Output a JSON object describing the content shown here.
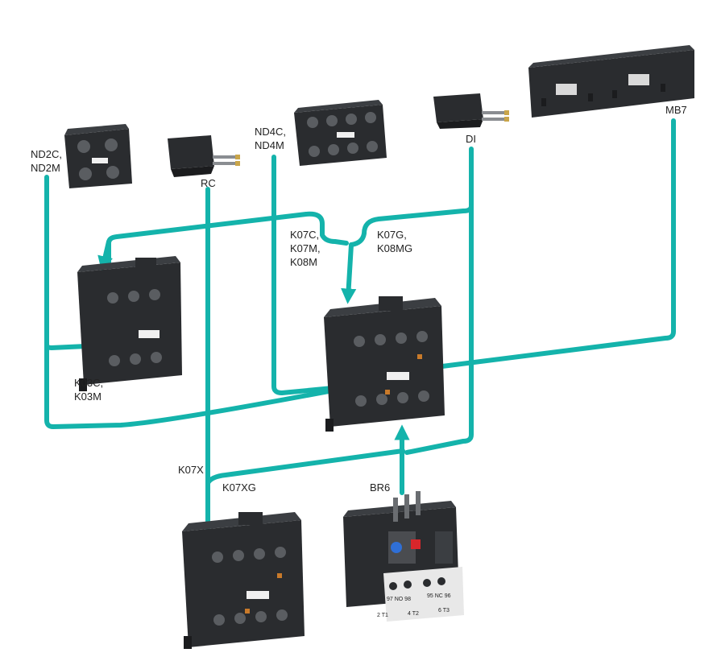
{
  "colors": {
    "connector": "#14b3ab",
    "device_body": "#2a2c2f",
    "device_shade": "#1b1c1e",
    "terminal": "#5a5d61",
    "marking": "#f0f0f0",
    "background": "#ffffff"
  },
  "labels": {
    "nd2c": "ND2C,\nND2M",
    "rc": "RC",
    "nd4c": "ND4C,\nND4M",
    "di": "DI",
    "mb7": "MB7",
    "k07c": "K07C,\nK07M,\nK08M",
    "k07g": "K07G,\nK08MG",
    "k03c": "K03C,\nK03M",
    "k07x": "K07X",
    "k07xg": "K07XG",
    "br6": "BR6"
  },
  "relay_markings": {
    "left_terminals": "97 NO 98",
    "right_terminals": "95 NC 96",
    "bottom_left": "2  T1",
    "bottom_mid": "4  T2",
    "bottom_right": "6  T3"
  },
  "icons": {
    "nd2c": "auxiliary-contact-block-2pole-icon",
    "rc": "rc-suppressor-module-icon",
    "nd4c": "auxiliary-contact-block-4pole-icon",
    "di": "diode-suppressor-module-icon",
    "mb7": "mechanical-interlock-icon",
    "k03c": "mini-contactor-icon",
    "k07c": "mini-contactor-icon",
    "k07x": "mini-contactor-icon",
    "br6": "thermal-overload-relay-icon"
  }
}
